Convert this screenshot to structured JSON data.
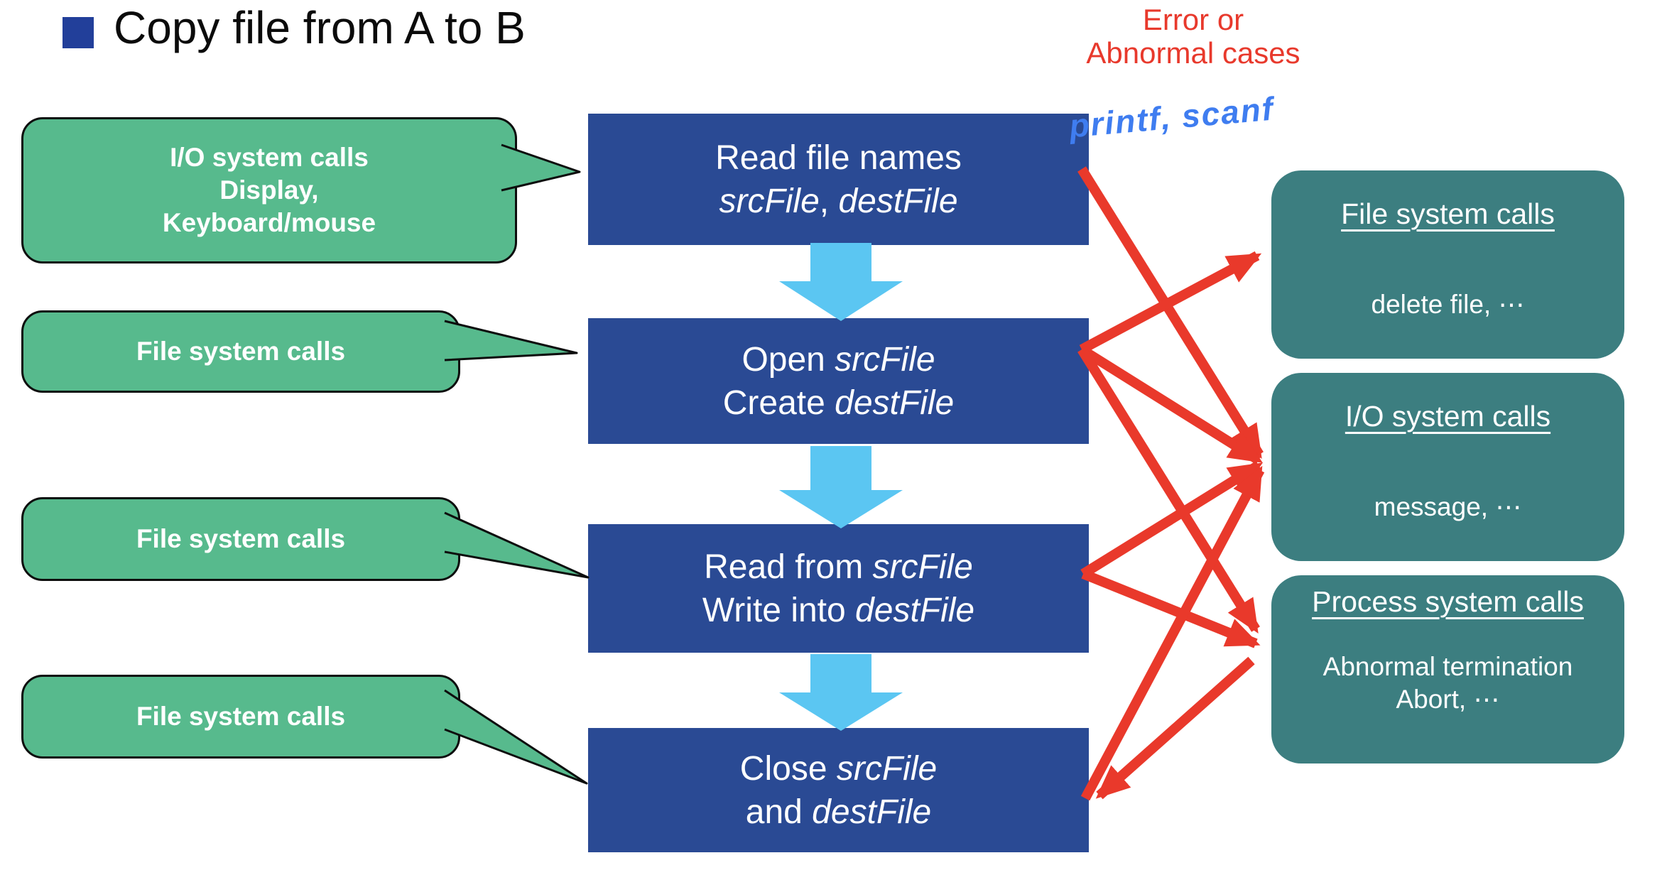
{
  "title": {
    "text": "Copy file from A to B"
  },
  "error_label": {
    "lines": [
      "Error or",
      "Abnormal cases"
    ]
  },
  "annotation": {
    "text": "printf, scanf"
  },
  "callouts": [
    {
      "lines": [
        "I/O system calls",
        "Display,",
        "Keyboard/mouse"
      ]
    },
    {
      "lines": [
        "File system calls"
      ]
    },
    {
      "lines": [
        "File system calls"
      ]
    },
    {
      "lines": [
        "File system calls"
      ]
    }
  ],
  "steps": [
    {
      "lines": [
        [
          {
            "t": "Read file names",
            "it": false
          }
        ],
        [
          {
            "t": "srcFile",
            "it": true
          },
          {
            "t": ", ",
            "it": false
          },
          {
            "t": "destFile",
            "it": true
          }
        ]
      ]
    },
    {
      "lines": [
        [
          {
            "t": "Open ",
            "it": false
          },
          {
            "t": "srcFile",
            "it": true
          }
        ],
        [
          {
            "t": "Create ",
            "it": false
          },
          {
            "t": "destFile",
            "it": true
          }
        ]
      ]
    },
    {
      "lines": [
        [
          {
            "t": "Read from ",
            "it": false
          },
          {
            "t": "srcFile",
            "it": true
          }
        ],
        [
          {
            "t": "Write into ",
            "it": false
          },
          {
            "t": "destFile",
            "it": true
          }
        ]
      ]
    },
    {
      "lines": [
        [
          {
            "t": "Close ",
            "it": false
          },
          {
            "t": "srcFile",
            "it": true
          }
        ],
        [
          {
            "t": "and ",
            "it": false
          },
          {
            "t": "destFile",
            "it": true
          }
        ]
      ]
    }
  ],
  "handlers": [
    {
      "title": "File system calls",
      "body": [
        "delete file, ⋯"
      ]
    },
    {
      "title": "I/O system calls",
      "body": [
        "message, ⋯"
      ]
    },
    {
      "title": "Process system calls",
      "body": [
        "Abnormal termination",
        "Abort, ⋯"
      ]
    }
  ],
  "colors": {
    "step_blue": "#2a4a94",
    "callout_green": "#57ba8d",
    "handler_teal": "#3c7e80",
    "error_arrow_red": "#e9392b",
    "flow_arrow_blue": "#5bc6f2",
    "annotation_blue": "#3f7df0",
    "error_label_red": "#e8392c",
    "bullet_navy": "#223f9a"
  }
}
